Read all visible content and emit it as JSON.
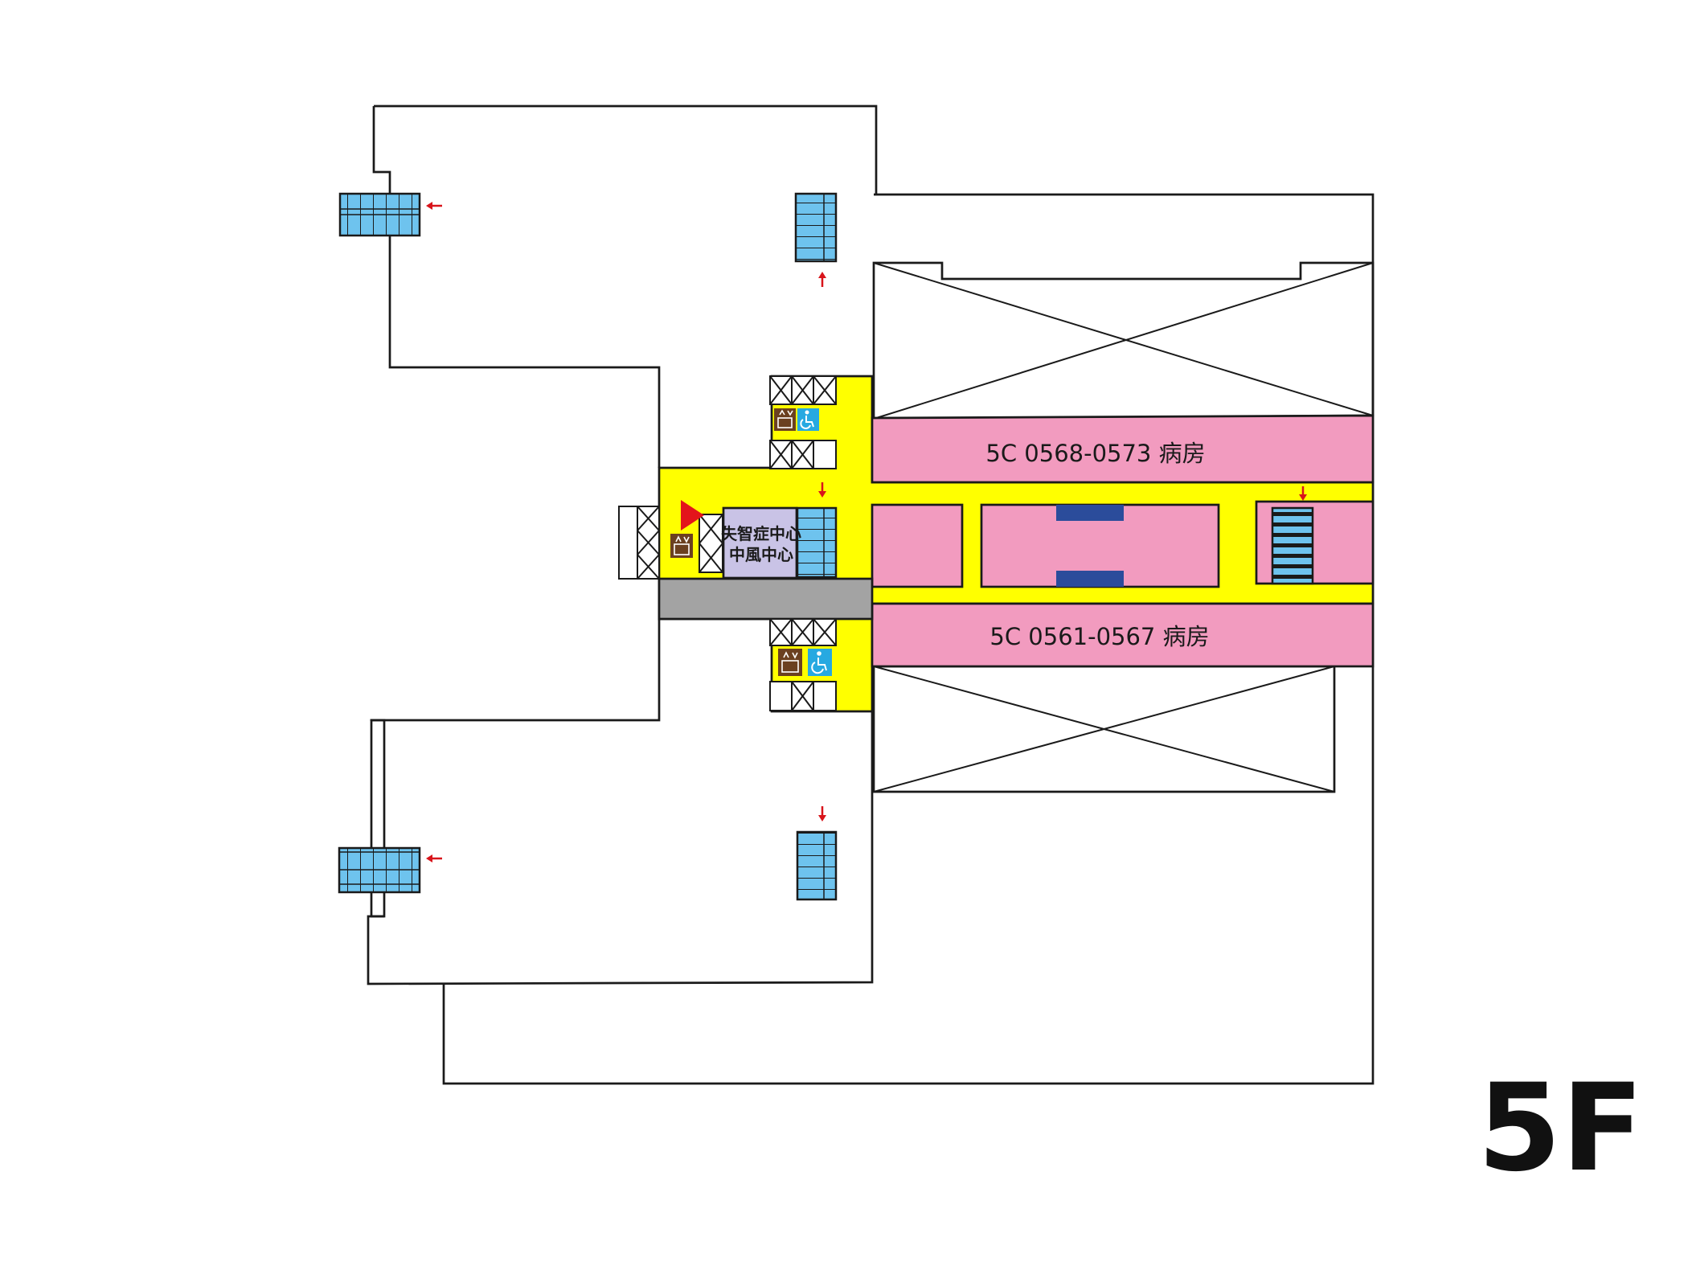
{
  "floor_label": "5F",
  "rooms": {
    "north_ward": "5C  0568-0573 病房",
    "south_ward": "5C  0561-0567 病房",
    "center_line1": "失智症中心",
    "center_line2": "中風中心"
  },
  "colors": {
    "corridor": "#ffff00",
    "ward": "#f29bbf",
    "stairs": "#6ec3ee",
    "center": "#c9c3e6",
    "core": "#a3a3a3",
    "arrow": "#d8141b",
    "you_are_here": "#e3141b",
    "elevator_icon": "#6b4020",
    "accessible_icon": "#27a9e1",
    "blue_bar": "#2b4c9b"
  },
  "icons": {
    "elevator": "elevator-icon",
    "accessible": "wheelchair-accessible-icon",
    "you_are_here": "you-are-here-marker-icon",
    "exit_arrow": "exit-arrow-icon",
    "stairs": "staircase-icon"
  }
}
